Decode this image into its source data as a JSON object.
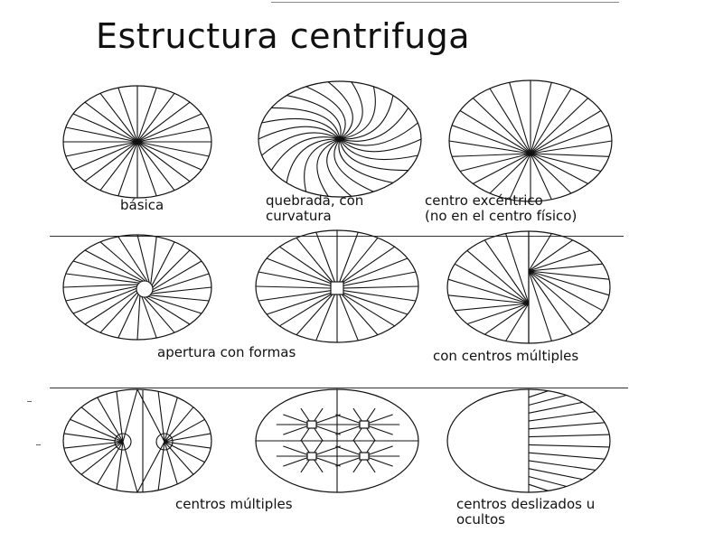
{
  "slide": {
    "title": "Estructura centrifuga"
  },
  "captions": {
    "basica": "básica",
    "quebrada_1": "quebrada, con",
    "quebrada_2": "curvatura",
    "excentrico_1": "centro excéntrico",
    "excentrico_2": "(no en el centro físico)",
    "apertura": "apertura con formas",
    "multiples_1": "con centros múltiples",
    "multiples_2": "centros múltiples",
    "deslizados_1": "centros deslizados u",
    "deslizados_2": "ocultos"
  }
}
